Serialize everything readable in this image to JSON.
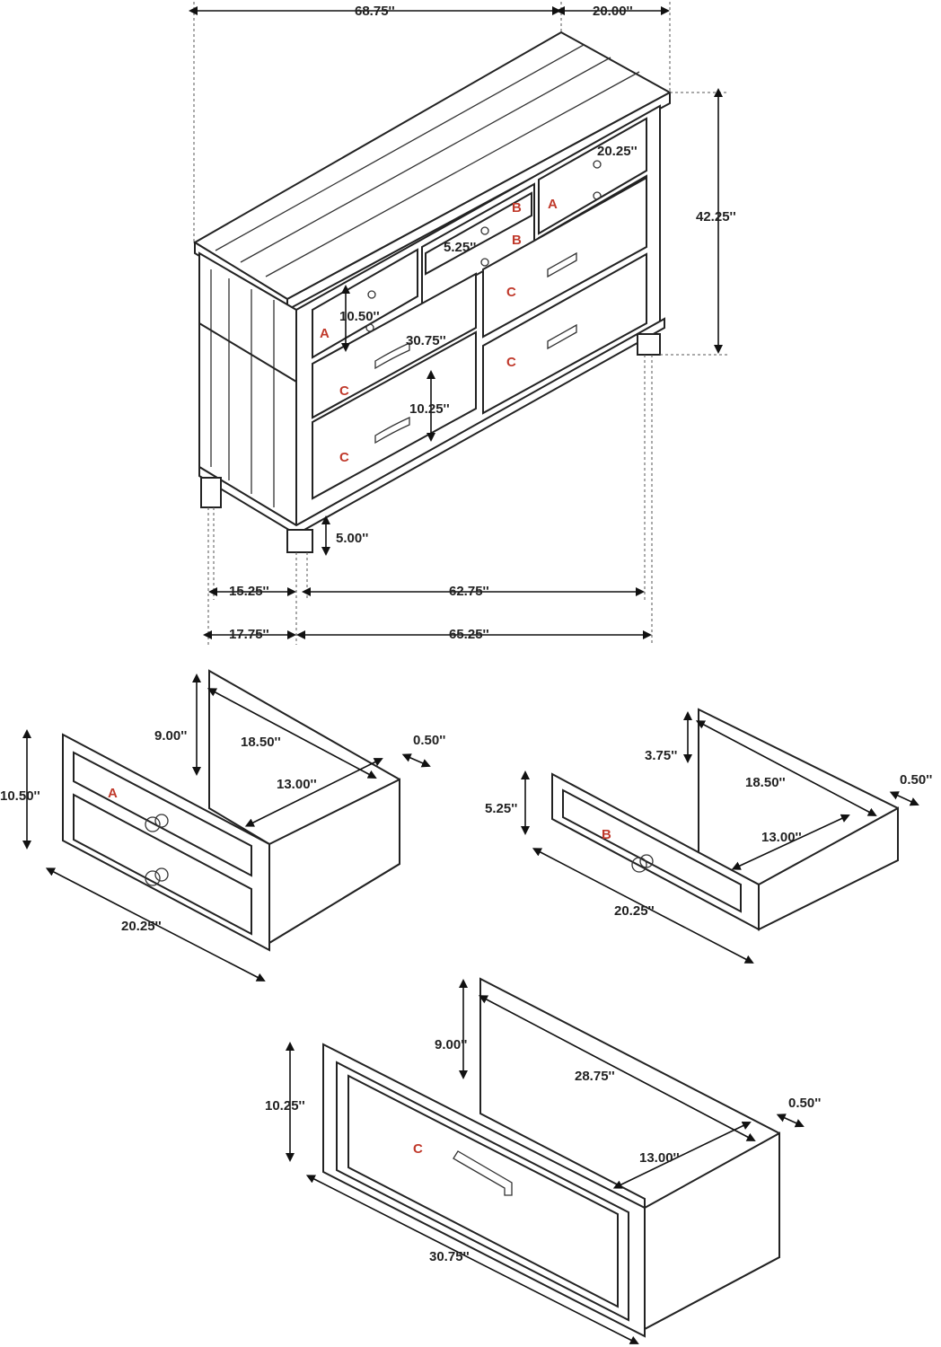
{
  "overall": {
    "width": "68.75''",
    "depth": "20.00''",
    "height": "42.25''",
    "leg_height": "5.00''",
    "inner_depth": "15.25''",
    "inner_width": "62.75''",
    "base_depth": "17.75''",
    "base_width": "65.25''",
    "lbl_drawer_a_height": "10.50''",
    "lbl_drawer_b_height": "5.25''",
    "lbl_drawer_c_height": "10.25''",
    "lbl_drawer_c_width": "30.75''",
    "lbl_drawer_ab_width": "20.25''"
  },
  "drawer_labels": {
    "a": "A",
    "b": "B",
    "c": "C"
  },
  "drawer_a": {
    "label": "A",
    "height": "10.50''",
    "inner_height": "9.00''",
    "inner_depth": "18.50''",
    "inner_width": "13.00''",
    "thickness": "0.50''",
    "width": "20.25''"
  },
  "drawer_b": {
    "label": "B",
    "height": "5.25''",
    "inner_height": "3.75''",
    "inner_depth": "18.50''",
    "inner_width": "13.00''",
    "thickness": "0.50''",
    "width": "20.25''"
  },
  "drawer_c": {
    "label": "C",
    "height": "10.25''",
    "inner_height": "9.00''",
    "inner_depth": "28.75''",
    "inner_width": "13.00''",
    "thickness": "0.50''",
    "width": "30.75''"
  }
}
